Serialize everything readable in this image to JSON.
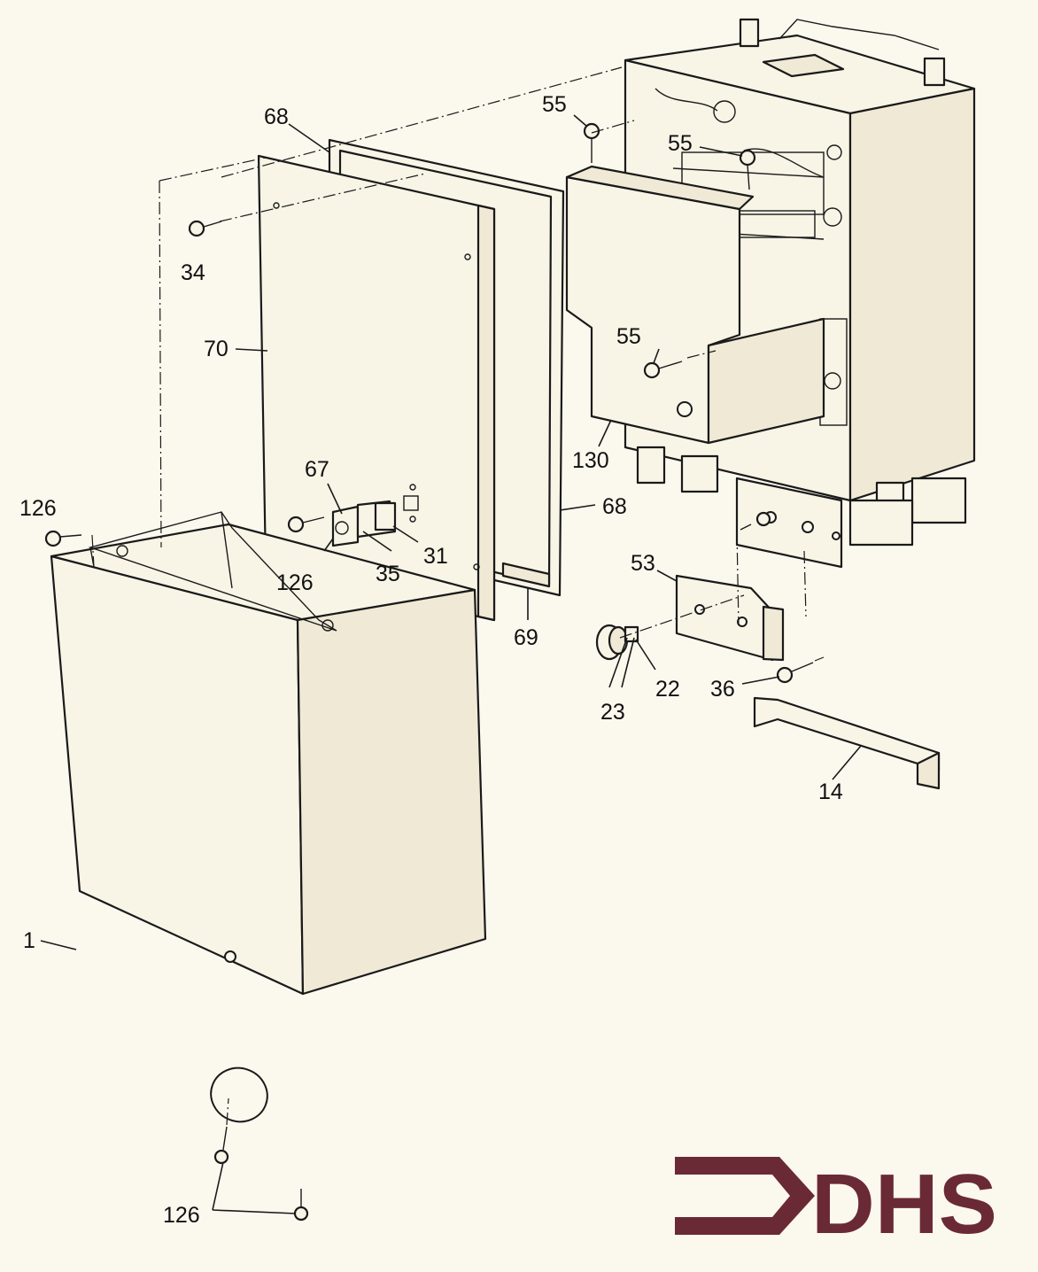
{
  "callouts": {
    "c68a": "68",
    "c55a": "55",
    "c55b": "55",
    "c55c": "55",
    "c34": "34",
    "c70": "70",
    "c130": "130",
    "c67": "67",
    "c126a": "126",
    "c126b": "126",
    "c126c": "126",
    "c68b": "68",
    "c31": "31",
    "c35": "35",
    "c69": "69",
    "c53": "53",
    "c22": "22",
    "c23": "23",
    "c36": "36",
    "c14": "14",
    "c1": "1"
  },
  "logo": {
    "text": "DHS",
    "color": "#6a2a35"
  },
  "colors": {
    "line": "#1a1a1a",
    "paper": "#fbf8ee"
  }
}
